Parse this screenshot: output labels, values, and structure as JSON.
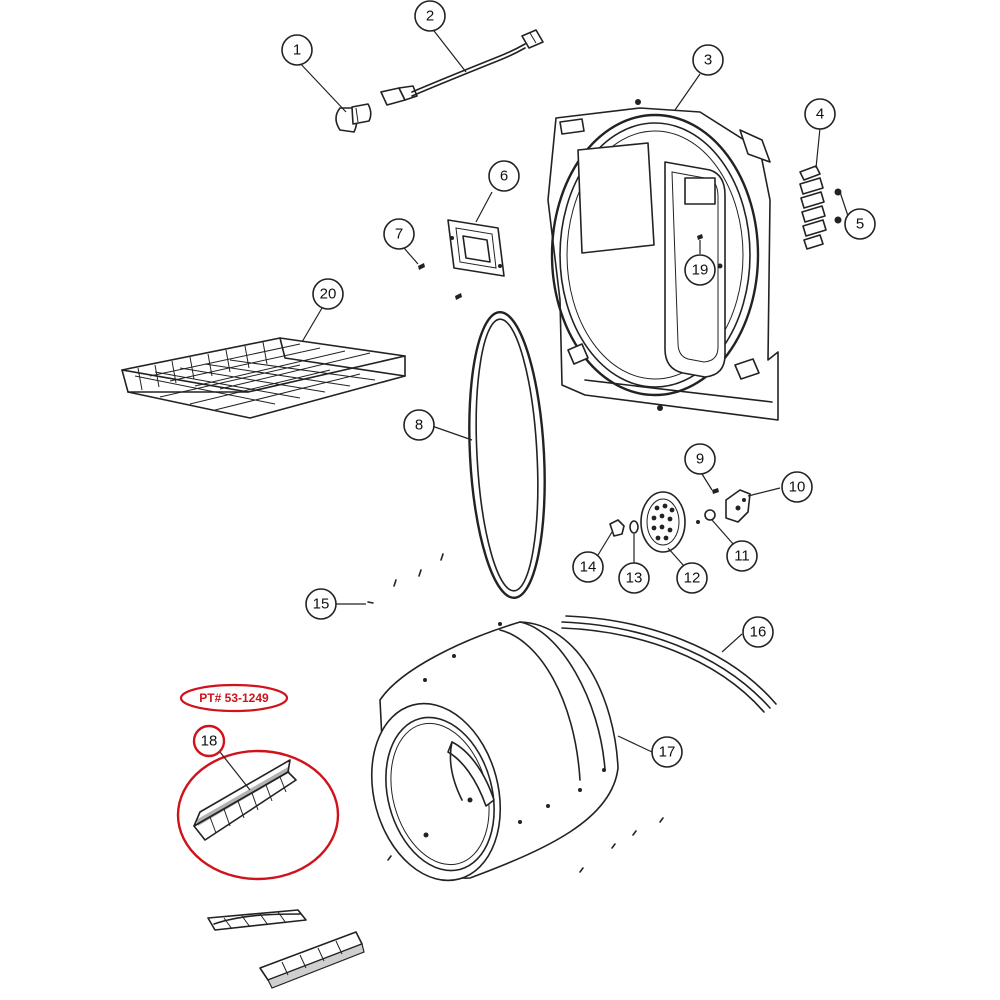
{
  "highlight_color": "#d0121b",
  "part_tag": "PT# 53-1249",
  "callouts": [
    {
      "id": "c1",
      "label": "1"
    },
    {
      "id": "c2",
      "label": "2"
    },
    {
      "id": "c3",
      "label": "3"
    },
    {
      "id": "c4",
      "label": "4"
    },
    {
      "id": "c5",
      "label": "5"
    },
    {
      "id": "c6",
      "label": "6"
    },
    {
      "id": "c7",
      "label": "7"
    },
    {
      "id": "c8",
      "label": "8"
    },
    {
      "id": "c9",
      "label": "9"
    },
    {
      "id": "c10",
      "label": "10"
    },
    {
      "id": "c11",
      "label": "11"
    },
    {
      "id": "c12",
      "label": "12"
    },
    {
      "id": "c13",
      "label": "13"
    },
    {
      "id": "c14",
      "label": "14"
    },
    {
      "id": "c15",
      "label": "15"
    },
    {
      "id": "c16",
      "label": "16"
    },
    {
      "id": "c17",
      "label": "17"
    },
    {
      "id": "c18",
      "label": "18"
    },
    {
      "id": "c19",
      "label": "19"
    },
    {
      "id": "c20",
      "label": "20"
    }
  ]
}
